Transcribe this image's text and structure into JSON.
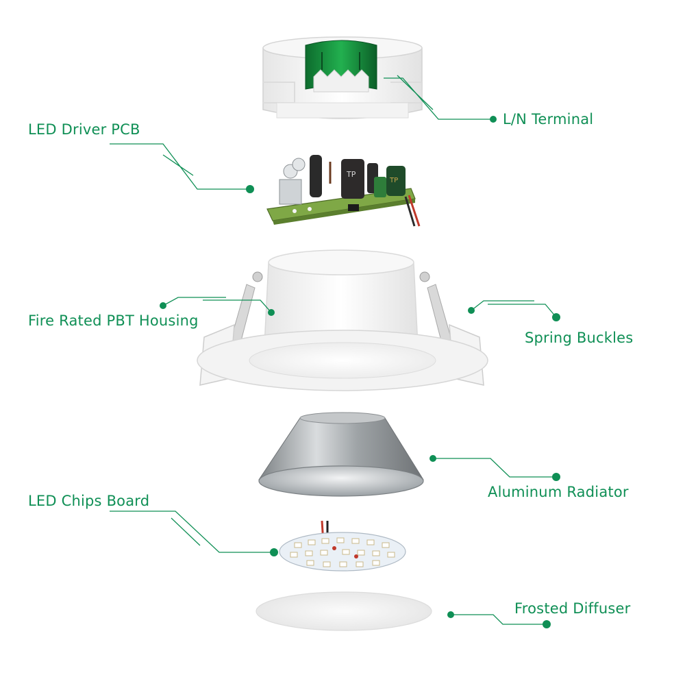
{
  "colors": {
    "accent": "#0f8f55",
    "housing": "#f4f4f4",
    "terminal": "#1aa34a",
    "pcb": "#6e9e3c",
    "radiator": "#a9adb0",
    "diffuser": "#f2f2f2"
  },
  "labels": {
    "ln_terminal": "L/N Terminal",
    "led_driver_pcb": "LED Driver PCB",
    "fire_rated_housing": "Fire Rated PBT Housing",
    "spring_buckles": "Spring Buckles",
    "aluminum_radiator": "Aluminum Radiator",
    "led_chips_board": "LED Chips Board",
    "frosted_diffuser": "Frosted Diffuser"
  },
  "components": [
    {
      "name": "l-n-terminal-block",
      "label": "L/N Terminal"
    },
    {
      "name": "led-driver-pcb",
      "label": "LED Driver PCB"
    },
    {
      "name": "fire-rated-pbt-housing",
      "label": "Fire Rated PBT Housing"
    },
    {
      "name": "spring-buckles",
      "label": "Spring Buckles"
    },
    {
      "name": "aluminum-radiator",
      "label": "Aluminum Radiator"
    },
    {
      "name": "led-chips-board",
      "label": "LED Chips Board"
    },
    {
      "name": "frosted-diffuser",
      "label": "Frosted Diffuser"
    }
  ]
}
